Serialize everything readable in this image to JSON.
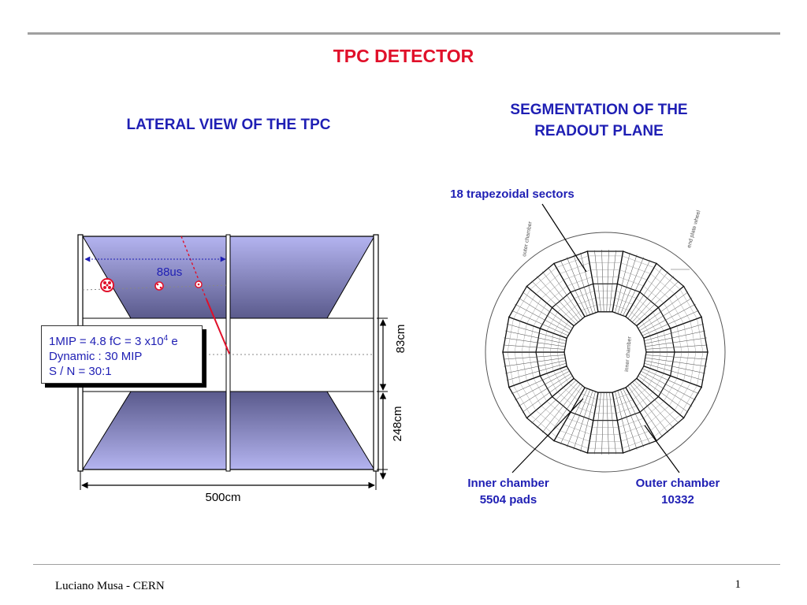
{
  "title": "TPC DETECTOR",
  "left_heading": "LATERAL VIEW OF THE TPC",
  "right_heading_line1": "SEGMENTATION OF THE",
  "right_heading_line2": "READOUT PLANE",
  "drift_label": "88us",
  "info": {
    "line1_pre": "1MIP = 4.8 fC = 3 x10",
    "line1_sup": "4",
    "line1_post": " e",
    "line2": "Dynamic : 30 MIP",
    "line3": "S / N = 30:1"
  },
  "dim_inner": "83cm",
  "dim_outer": "248cm",
  "dim_length": "500cm",
  "sectors_label": "18 trapezoidal sectors",
  "inner_chamber_line1": "Inner chamber",
  "inner_chamber_line2": "5504 pads",
  "outer_chamber_line1": "Outer chamber",
  "outer_chamber_line2": "10332",
  "outer_chamber_small": "outer chamber",
  "end_plate_small": "end plate wheel",
  "inner_chamber_small": "inner chamber",
  "footer_author": "Luciano Musa - CERN",
  "page_number": "1",
  "colors": {
    "title": "#e0102a",
    "heading": "#1f1fb4",
    "volume": "#8c8cd8"
  }
}
